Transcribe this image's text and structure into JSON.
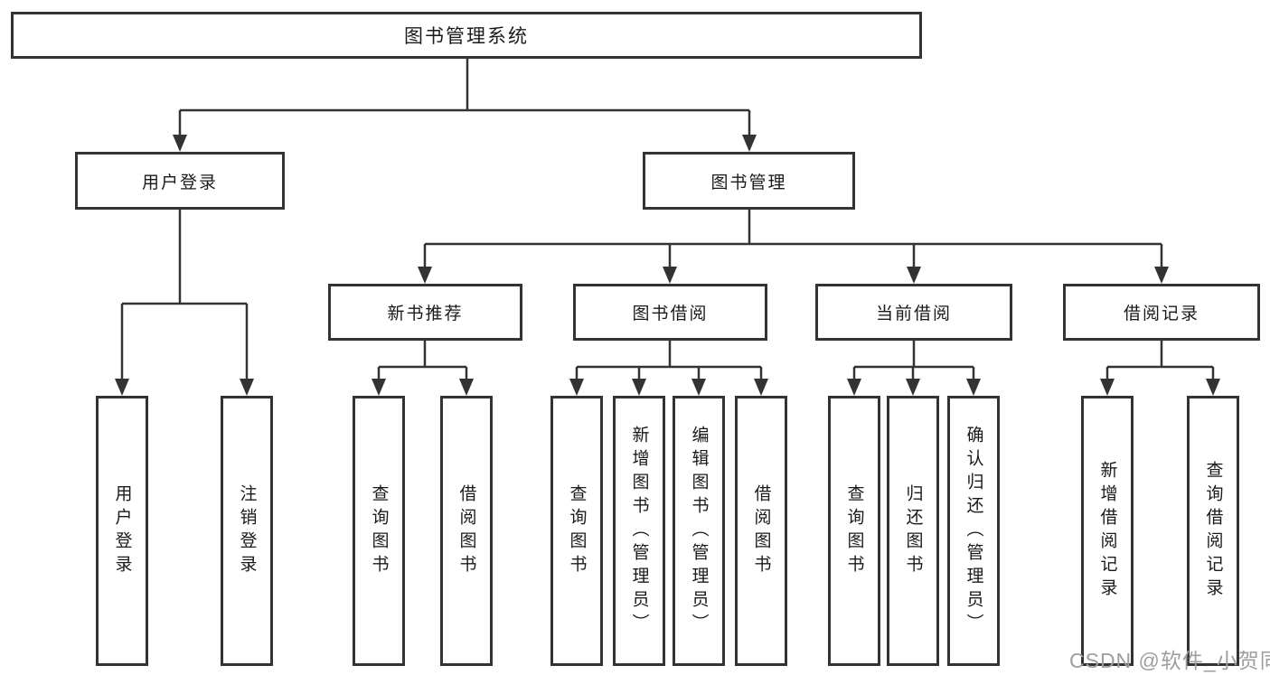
{
  "diagram": {
    "title": "图书管理系统",
    "branches": [
      {
        "label": "用户登录",
        "children": [
          {
            "label": "用户登录"
          },
          {
            "label": "注销登录"
          }
        ]
      },
      {
        "label": "图书管理",
        "children": [
          {
            "label": "新书推荐",
            "children": [
              {
                "label": "查询图书"
              },
              {
                "label": "借阅图书"
              }
            ]
          },
          {
            "label": "图书借阅",
            "children": [
              {
                "label": "查询图书"
              },
              {
                "label": "新增图书（管理员）"
              },
              {
                "label": "编辑图书（管理员）"
              },
              {
                "label": "借阅图书"
              }
            ]
          },
          {
            "label": "当前借阅",
            "children": [
              {
                "label": "查询图书"
              },
              {
                "label": "归还图书"
              },
              {
                "label": "确认归还（管理员）"
              }
            ]
          },
          {
            "label": "借阅记录",
            "children": [
              {
                "label": "新增借阅记录"
              },
              {
                "label": "查询借阅记录"
              }
            ]
          }
        ]
      }
    ]
  },
  "watermark": "CSDN @软件_小贺同学",
  "colors": {
    "line": "#333333",
    "text": "#1a1a1a",
    "watermark": "#9e9e9e",
    "background": "#ffffff"
  }
}
